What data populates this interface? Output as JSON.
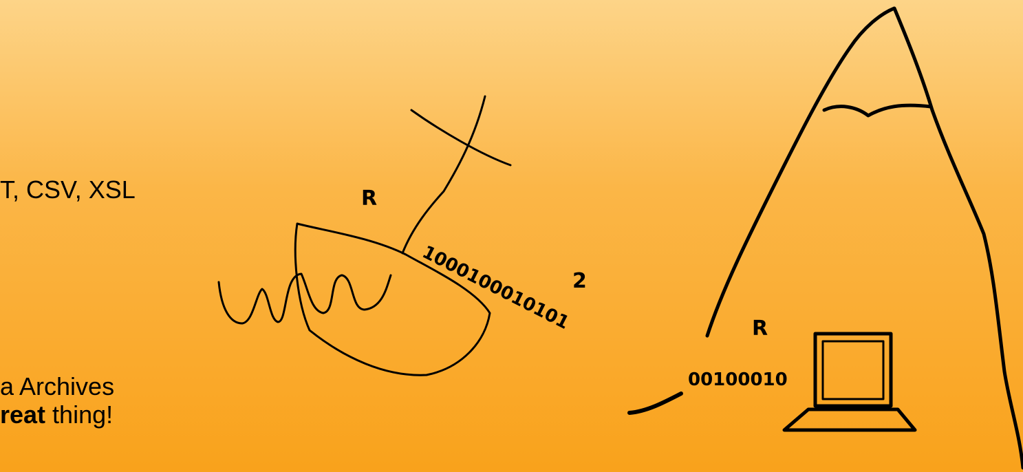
{
  "slide": {
    "text_line_1": "T, CSV, XSL",
    "text_line_2": "a Archives",
    "text_line_3_bold": "reat",
    "text_line_3_rest": " thing!"
  },
  "drawing": {
    "label_r_top": "R",
    "label_r_right": "R",
    "label_two": "2",
    "binary_stream_diagonal": "1000100010101",
    "binary_stream_flat": "00100010",
    "icons": [
      "wave-squiggle-icon",
      "satellite-dish-icon",
      "mountain-icon",
      "laptop-icon"
    ]
  },
  "colors": {
    "background_top": "#fdd488",
    "background_bottom": "#f9a21b",
    "ink": "#000000"
  }
}
